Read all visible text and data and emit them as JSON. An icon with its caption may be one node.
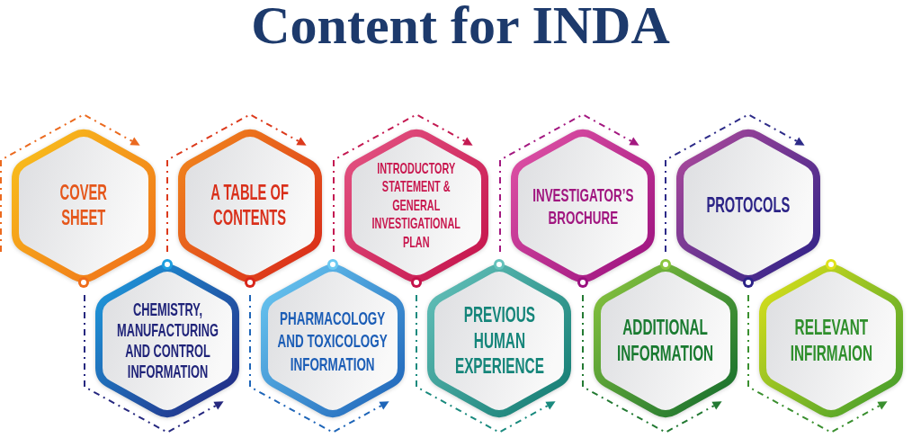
{
  "diagram": {
    "title": "Content for INDA",
    "nodes": [
      {
        "text": [
          "COVER SHEET"
        ]
      },
      {
        "text": [
          "A TABLE OF CONTENTS"
        ]
      },
      {
        "text": [
          "INTRODUCTORY STATEMENT & GENERAL INVESTIGATIONAL PLAN"
        ]
      },
      {
        "text": [
          "INVESTIGATOR’S BROCHURE"
        ]
      },
      {
        "text": [
          "PROTOCOLS"
        ]
      },
      {
        "text": [
          "CHEMISTRY, MANUFACTURING AND CONTROL INFORMATION"
        ]
      },
      {
        "text": [
          "PHARMACOLOGY AND TOXICOLOGY INFORMATION"
        ]
      },
      {
        "text": [
          "PREVIOUS HUMAN EXPERIENCE"
        ]
      },
      {
        "text": [
          "ADDITIONAL INFORMATION"
        ]
      },
      {
        "text": [
          "RELEVANT INFIRMAION"
        ]
      }
    ]
  }
}
